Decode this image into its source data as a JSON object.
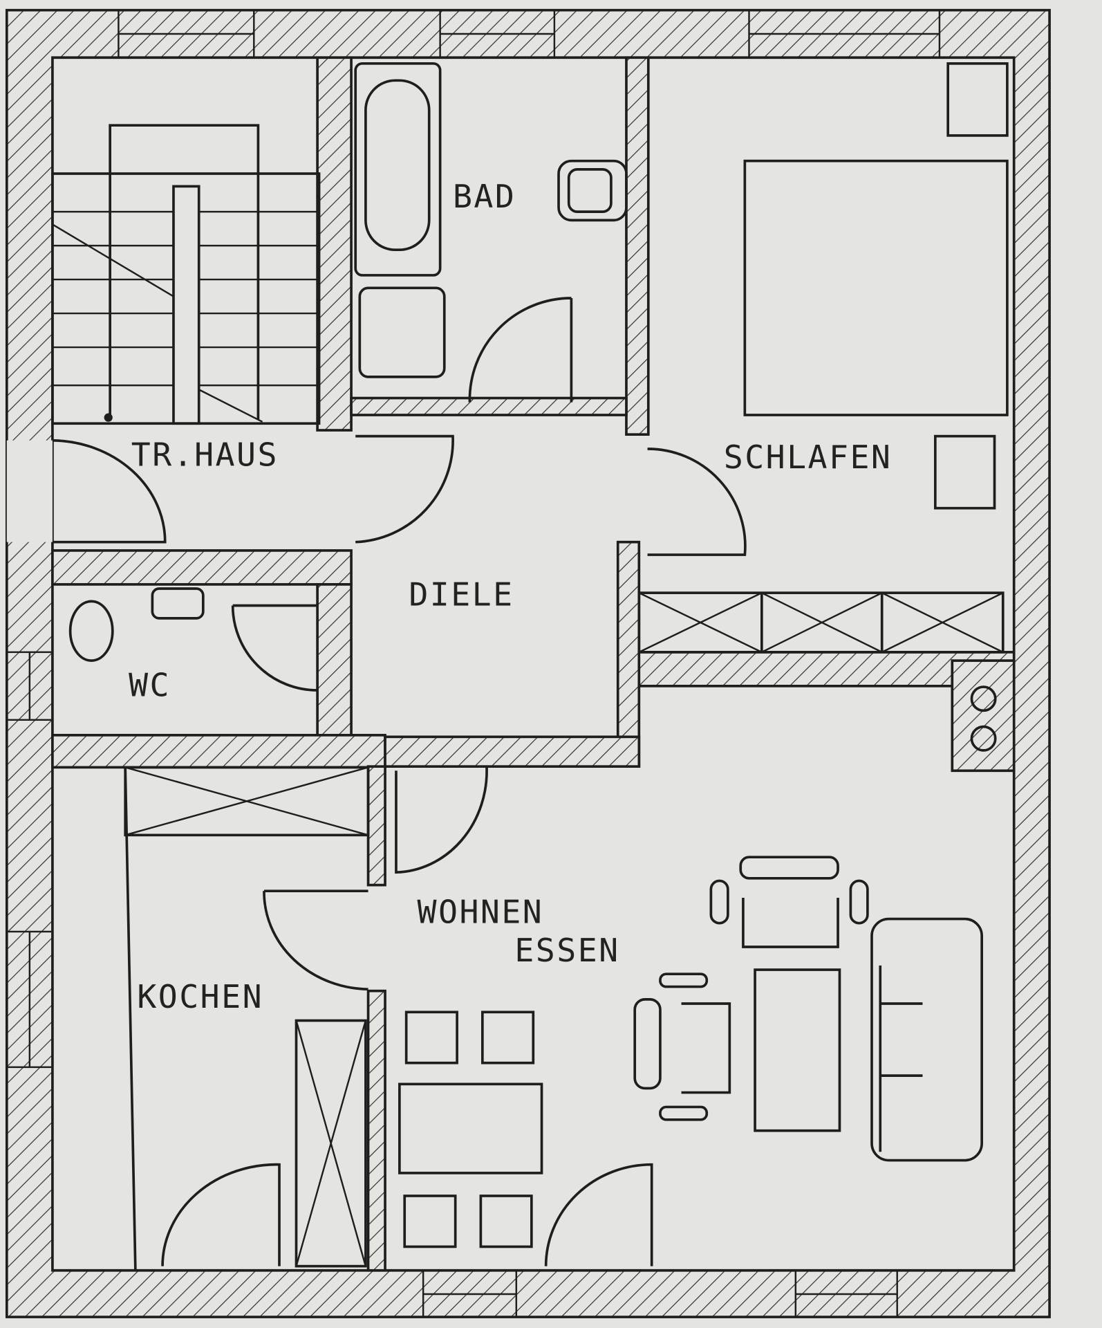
{
  "title": "Grundriss",
  "rooms": {
    "stairwell": "TR.HAUS",
    "bath": "BAD",
    "bedroom": "SCHLAFEN",
    "hall": "DIELE",
    "wc": "WC",
    "living_line1": "WOHNEN",
    "living_line2": "ESSEN",
    "kitchen": "KOCHEN"
  },
  "colors": {
    "paper": "#e4e4e0",
    "ink": "#1e1e1e"
  }
}
